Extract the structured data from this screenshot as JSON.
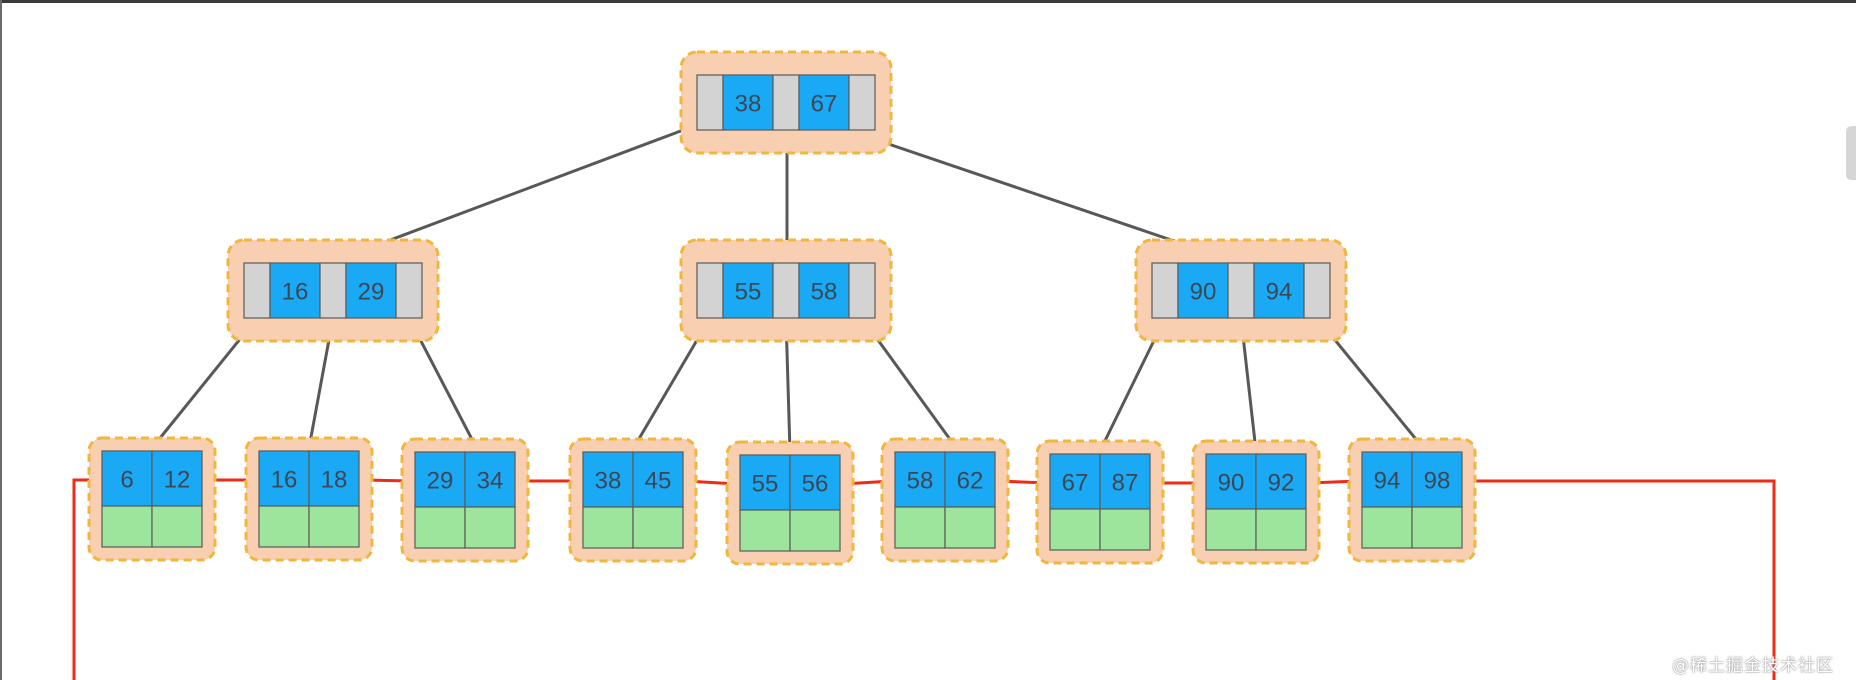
{
  "colors": {
    "node_bg": "#f8cfb0",
    "node_border": "#f0b73c",
    "key_cell": "#1aa9f5",
    "pointer_cell": "#d3d3d3",
    "data_cell": "#9de59d",
    "edge": "#585858",
    "leaf_link": "#ef2b17",
    "text": "#3c4756"
  },
  "root": {
    "keys": [
      "38",
      "67"
    ]
  },
  "internal": [
    {
      "keys": [
        "16",
        "29"
      ]
    },
    {
      "keys": [
        "55",
        "58"
      ]
    },
    {
      "keys": [
        "90",
        "94"
      ]
    }
  ],
  "leaves": [
    {
      "keys": [
        "6",
        "12"
      ]
    },
    {
      "keys": [
        "16",
        "18"
      ]
    },
    {
      "keys": [
        "29",
        "34"
      ]
    },
    {
      "keys": [
        "38",
        "45"
      ]
    },
    {
      "keys": [
        "55",
        "56"
      ]
    },
    {
      "keys": [
        "58",
        "62"
      ]
    },
    {
      "keys": [
        "67",
        "87"
      ]
    },
    {
      "keys": [
        "90",
        "92"
      ]
    },
    {
      "keys": [
        "94",
        "98"
      ]
    }
  ],
  "watermark": "@稀土掘金技术社区"
}
